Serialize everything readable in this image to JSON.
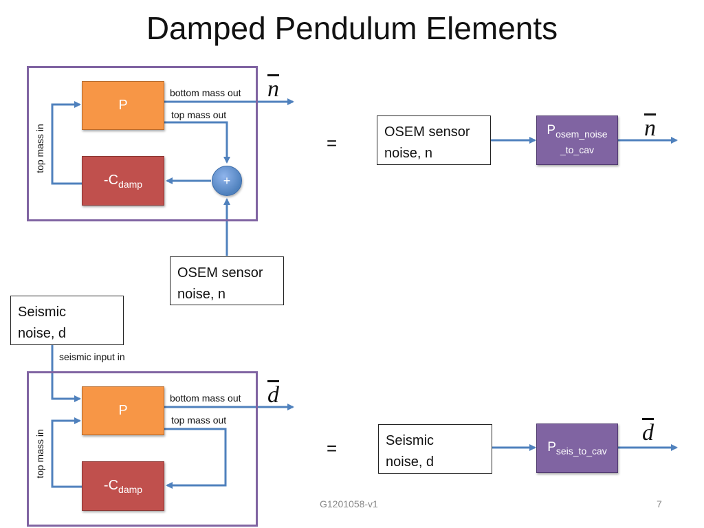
{
  "title": "Damped Pendulum Elements",
  "top_diagram": {
    "plant_label": "P",
    "damp_label_main": "-C",
    "damp_label_sub": "damp",
    "sum_label": "+",
    "bottom_mass_out": "bottom mass out",
    "top_mass_out": "top mass out",
    "top_mass_in": "top mass in",
    "output_symbol": "n",
    "noise_input_line1": "OSEM sensor",
    "noise_input_line2": "noise, n"
  },
  "top_equivalent": {
    "equals": "=",
    "input_line1": "OSEM sensor",
    "input_line2": "noise, n",
    "block_main": "P",
    "block_sub_line1": "osem_noise",
    "block_sub_line2": "_to_cav",
    "output_symbol": "n"
  },
  "bottom_diagram": {
    "seismic_line1": "Seismic",
    "seismic_line2": "noise, d",
    "seismic_input_in": "seismic input in",
    "plant_label": "P",
    "damp_label_main": "-C",
    "damp_label_sub": "damp",
    "bottom_mass_out": "bottom mass out",
    "top_mass_out": "top mass out",
    "top_mass_in": "top mass in",
    "output_symbol": "d"
  },
  "bottom_equivalent": {
    "equals": "=",
    "input_line1": "Seismic",
    "input_line2": "noise, d",
    "block_main": "P",
    "block_sub": "seis_to_cav",
    "output_symbol": "d"
  },
  "footer": {
    "doc_id": "G1201058-v1",
    "page_number": "7"
  }
}
